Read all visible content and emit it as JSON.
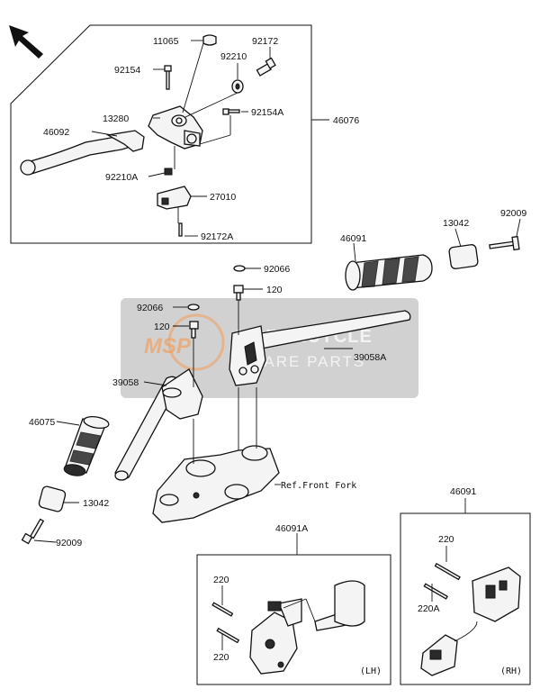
{
  "parts": {
    "p11065": "11065",
    "p92172": "92172",
    "p92210": "92210",
    "p92154": "92154",
    "p13280": "13280",
    "p92154A": "92154A",
    "p46076": "46076",
    "p46092": "46092",
    "p92210A": "92210A",
    "p27010": "27010",
    "p92172A": "92172A",
    "p46091_top": "46091",
    "p13042_top": "13042",
    "p92009_top": "92009",
    "p92066_a": "92066",
    "p120_a": "120",
    "p92066_b": "92066",
    "p120_b": "120",
    "p39058A": "39058A",
    "p39058": "39058",
    "p46075": "46075",
    "p13042_bot": "13042",
    "p92009_bot": "92009",
    "ref_front_fork": "Ref.Front Fork",
    "p46091A": "46091A",
    "p220_lh1": "220",
    "p220_lh2": "220",
    "lh": "(LH)",
    "p46091_rh": "46091",
    "p220_rh": "220",
    "p220A_rh": "220A",
    "rh": "(RH)"
  },
  "watermark": {
    "logo": "MSP",
    "line1": "MOTORCYCLE",
    "line2": "SPARE PARTS"
  },
  "icons": {
    "orientation": "arrow-up-left-icon"
  }
}
